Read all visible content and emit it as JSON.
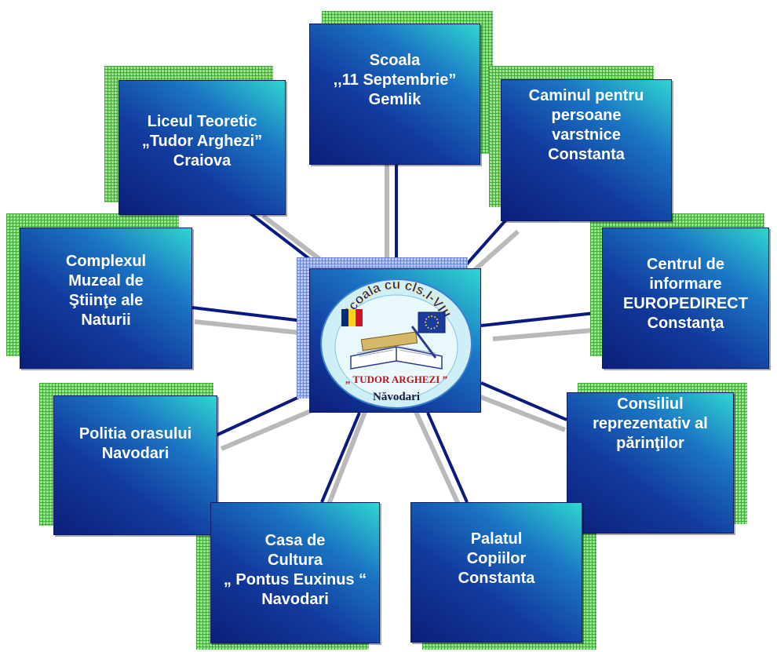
{
  "diagram": {
    "center": {
      "logo_arc_text": "Scoala cu cls.I-VIII",
      "logo_name": "„ TUDOR ARGHEZI ”",
      "logo_town": "Năvodari"
    },
    "nodes": [
      {
        "id": "scoala-gemlik",
        "label": "Scoala\n,,11 Septembrie”\nGemlik"
      },
      {
        "id": "caminul-varstnice",
        "label": "Caminul pentru\npersoane\nvarstnice\nConstanta"
      },
      {
        "id": "centrul-europedirect",
        "label": "Centrul de\ninformare\nEUROPEDIRECT\nConstanţa"
      },
      {
        "id": "consiliul-parintilor",
        "label": "Consiliul\nreprezentativ al\npărinţilor"
      },
      {
        "id": "palatul-copiilor",
        "label": "Palatul\nCopiilor\nConstanta"
      },
      {
        "id": "casa-cultura",
        "label": "Casa de\nCultura\n„ Pontus Euxinus “\nNavodari"
      },
      {
        "id": "politia-navodari",
        "label": "Politia orasului\nNavodari"
      },
      {
        "id": "complexul-muzeal",
        "label": "Complexul\nMuzeal de\nŞtiinţe ale\nNaturii"
      },
      {
        "id": "liceul-arghezi",
        "label": "Liceul Teoretic\n„Tudor Arghezi”\nCraiova"
      }
    ]
  },
  "colors": {
    "box_dark": "#0c1f7a",
    "box_light": "#2fd6cf",
    "connector": "#0a1a80",
    "connector_shadow": "#b8b8b8",
    "grid_green": "#3fa83a",
    "logo_circle": "#cfeff6"
  }
}
